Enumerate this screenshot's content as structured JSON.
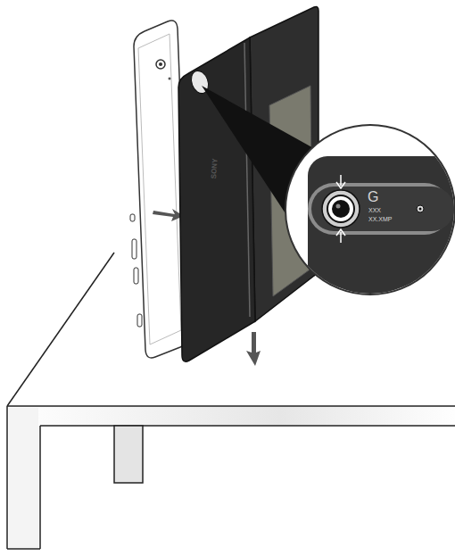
{
  "diagram": {
    "labels": [
      "SONY",
      "G",
      "XXX",
      "XX.XMP"
    ]
  }
}
